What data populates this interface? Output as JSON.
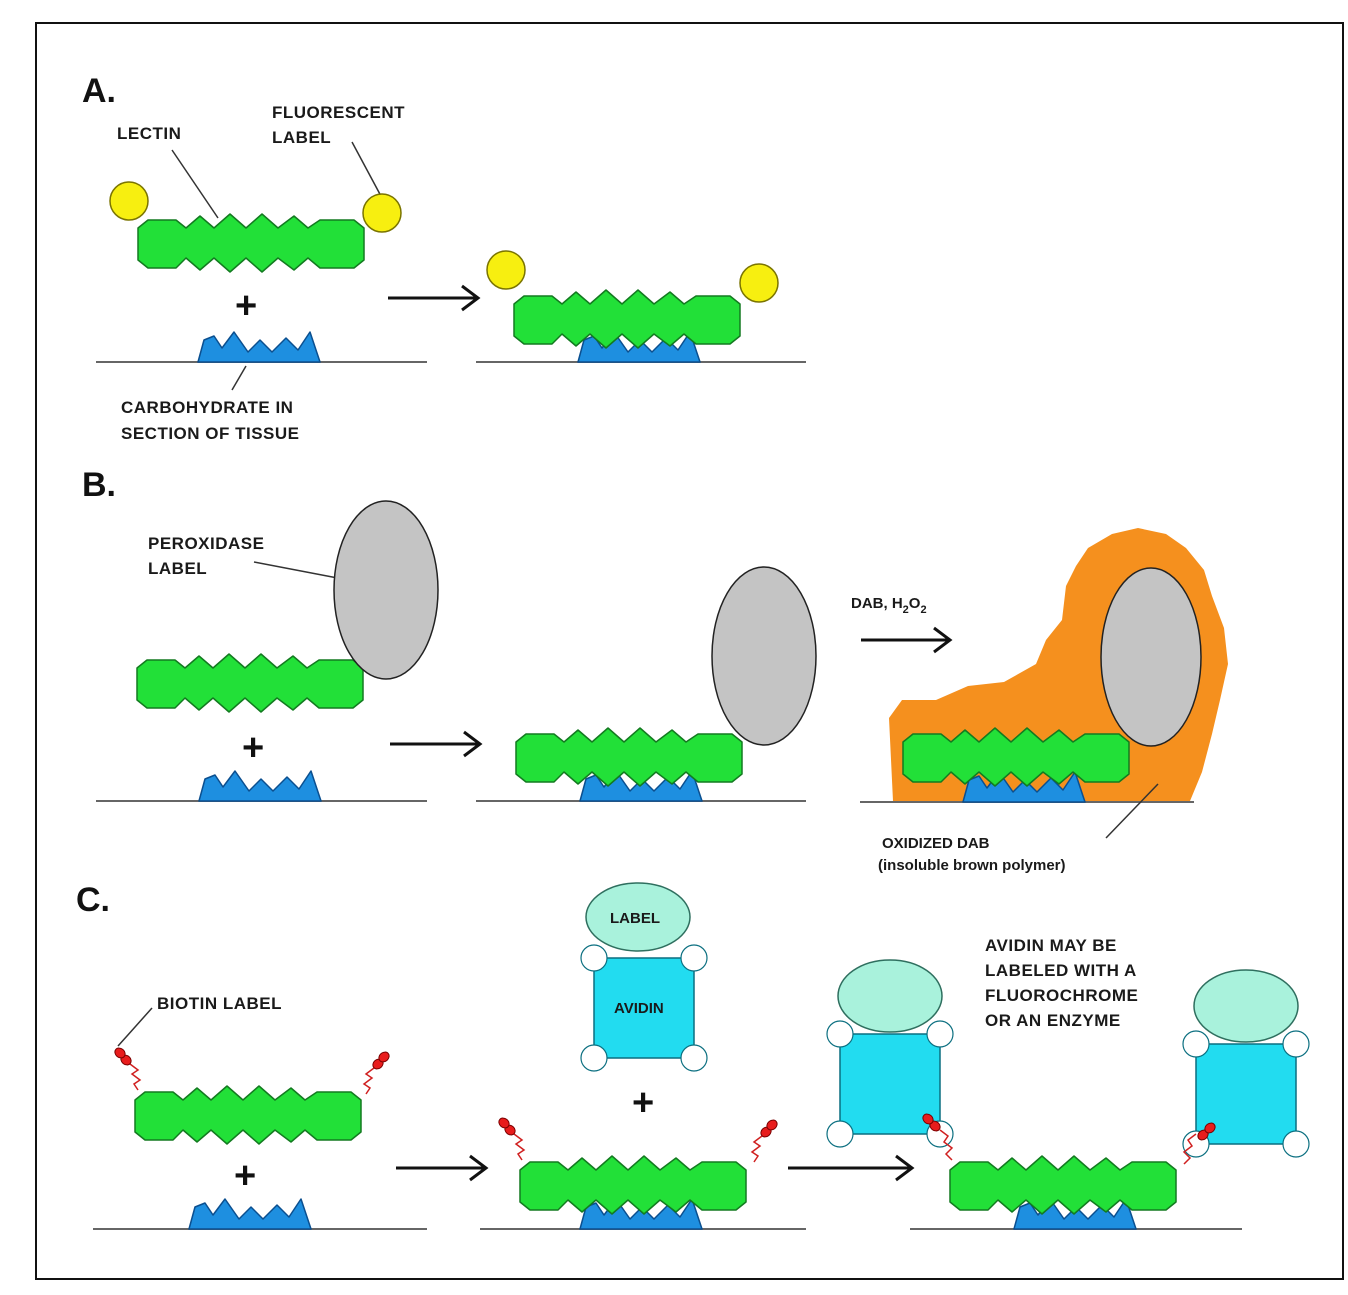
{
  "panels": {
    "a": {
      "letter": "A.",
      "lectin_label": "LECTIN",
      "fluorescent_label_line1": "FLUORESCENT",
      "fluorescent_label_line2": "LABEL",
      "carbohydrate_line1": "CARBOHYDRATE IN",
      "carbohydrate_line2": "SECTION OF TISSUE",
      "plus": "+"
    },
    "b": {
      "letter": "B.",
      "peroxidase_line1": "PEROXIDASE",
      "peroxidase_line2": "LABEL",
      "reagent_main": "DAB,  H",
      "reagent_sub1": "2",
      "reagent_mid": "O",
      "reagent_sub2": "2",
      "oxidized_line1": "OXIDIZED DAB",
      "oxidized_line2": "(insoluble brown polymer)",
      "plus": "+"
    },
    "c": {
      "letter": "C.",
      "biotin_label": "BIOTIN LABEL",
      "label_text": "LABEL",
      "avidin_text": "AVIDIN",
      "note_line1": "AVIDIN MAY BE",
      "note_line2": "LABELED WITH A",
      "note_line3": "FLUOROCHROME",
      "note_line4": "OR AN ENZYME",
      "plus1": "+",
      "plus2": "+"
    }
  },
  "colors": {
    "lectin": "#22e038",
    "carbohydrate": "#1e8fe0",
    "fluorescent_label": "#f7ef10",
    "peroxidase": "#c4c4c4",
    "oxidized_dab": "#f5901e",
    "avidin": "#22dcf0",
    "avidin_label": "#a9f2dc",
    "biotin": "#e81c1c"
  }
}
